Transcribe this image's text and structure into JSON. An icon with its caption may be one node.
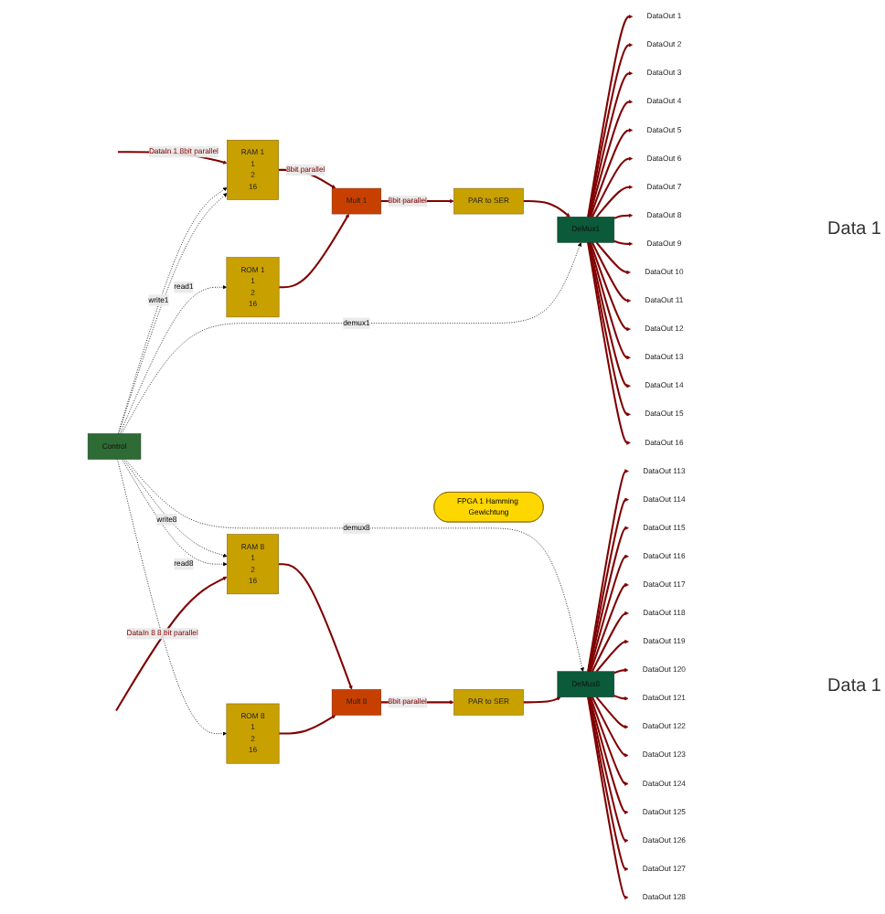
{
  "diagram": {
    "nodes": [
      {
        "text": [
          "FPGA 1 Hamming Gewichtung"
        ]
      },
      {
        "text": [
          "RAM 1",
          "1",
          "2",
          "16"
        ]
      },
      {
        "text": [
          "ROM 1",
          "1",
          "2",
          "16"
        ]
      },
      {
        "text": [
          "Mult 1"
        ]
      },
      {
        "text": [
          "PAR to SER"
        ]
      },
      {
        "text": [
          "DeMux1"
        ]
      },
      {
        "text": [
          "DataOut 1"
        ]
      },
      {
        "text": [
          "DataOut 2"
        ]
      },
      {
        "text": [
          "DataOut 3"
        ]
      },
      {
        "text": [
          "DataOut 4"
        ]
      },
      {
        "text": [
          "DataOut 5"
        ]
      },
      {
        "text": [
          "DataOut 6"
        ]
      },
      {
        "text": [
          "DataOut 7"
        ]
      },
      {
        "text": [
          "DataOut 8"
        ]
      },
      {
        "text": [
          "DataOut 9"
        ]
      },
      {
        "text": [
          "DataOut 10"
        ]
      },
      {
        "text": [
          "DataOut 11"
        ]
      },
      {
        "text": [
          "DataOut 12"
        ]
      },
      {
        "text": [
          "DataOut 13"
        ]
      },
      {
        "text": [
          "DataOut 14"
        ]
      },
      {
        "text": [
          "DataOut 15"
        ]
      },
      {
        "text": [
          "DataOut 16"
        ]
      },
      {
        "text": [
          "Control"
        ]
      },
      {
        "text": [
          "RAM 8",
          "1",
          "2",
          "16"
        ]
      },
      {
        "text": [
          "ROM 8",
          "1",
          "2",
          "16"
        ]
      },
      {
        "text": [
          "Mult 8"
        ]
      },
      {
        "text": [
          "PAR to SER"
        ]
      },
      {
        "text": [
          "DeMux8"
        ]
      },
      {
        "text": [
          "DataOut 113"
        ]
      },
      {
        "text": [
          "DataOut 114"
        ]
      },
      {
        "text": [
          "DataOut 115"
        ]
      },
      {
        "text": [
          "DataOut 116"
        ]
      },
      {
        "text": [
          "DataOut 117"
        ]
      },
      {
        "text": [
          "DataOut 118"
        ]
      },
      {
        "text": [
          "DataOut 119"
        ]
      },
      {
        "text": [
          "DataOut 120"
        ]
      },
      {
        "text": [
          "DataOut 121"
        ]
      },
      {
        "text": [
          "DataOut 122"
        ]
      },
      {
        "text": [
          "DataOut 123"
        ]
      },
      {
        "text": [
          "DataOut 124"
        ]
      },
      {
        "text": [
          "DataOut 125"
        ]
      },
      {
        "text": [
          "DataOut 126"
        ]
      },
      {
        "text": [
          "DataOut 127"
        ]
      },
      {
        "text": [
          "DataOut 128"
        ]
      }
    ],
    "edges": [
      {
        "from": null,
        "to": 1,
        "arrow": "to",
        "label": "DataIn 1 8bit parallel"
      },
      {
        "from": 1,
        "to": 3,
        "arrow": "to",
        "label": "8bit parallel"
      },
      {
        "from": 2,
        "to": 3,
        "arrow": "to"
      },
      {
        "from": 3,
        "to": 4,
        "arrow": "to",
        "label": "8bit parallel"
      },
      {
        "from": 4,
        "to": 5,
        "arrow": "to"
      },
      {
        "from": 5,
        "to": 6,
        "arrow": "to"
      },
      {
        "from": 5,
        "to": 7,
        "arrow": "to"
      },
      {
        "from": 5,
        "to": 8,
        "arrow": "to"
      },
      {
        "from": 5,
        "to": 9,
        "arrow": "to"
      },
      {
        "from": 5,
        "to": 10,
        "arrow": "to"
      },
      {
        "from": 5,
        "to": 11,
        "arrow": "to"
      },
      {
        "from": 5,
        "to": 12,
        "arrow": "to"
      },
      {
        "from": 5,
        "to": 13,
        "arrow": "to"
      },
      {
        "from": 5,
        "to": 14,
        "arrow": "to"
      },
      {
        "from": 5,
        "to": 15,
        "arrow": "to"
      },
      {
        "from": 5,
        "to": 16,
        "arrow": "to"
      },
      {
        "from": 5,
        "to": 17,
        "arrow": "to"
      },
      {
        "from": 5,
        "to": 18,
        "arrow": "to"
      },
      {
        "from": 5,
        "to": 19,
        "arrow": "to"
      },
      {
        "from": 5,
        "to": 20,
        "arrow": "to"
      },
      {
        "from": 5,
        "to": 21,
        "arrow": "to"
      },
      {
        "from": 22,
        "to": 1,
        "arrow": "to",
        "label": "write1",
        "style": "dashed",
        "color": "#000000"
      },
      {
        "from": 22,
        "to": 1,
        "arrow": "to",
        "style": "dashed",
        "color": "#000000"
      },
      {
        "from": 22,
        "to": 2,
        "arrow": "to",
        "label": "read1",
        "style": "dashed",
        "color": "#000000"
      },
      {
        "from": 22,
        "to": 5,
        "arrow": "to",
        "label": "demux1",
        "style": "dashed",
        "color": "#000000"
      },
      {
        "from": 22,
        "to": 23,
        "arrow": "to",
        "label": "write8",
        "style": "dashed",
        "color": "#000000"
      },
      {
        "from": 22,
        "to": 23,
        "arrow": "to",
        "label": "read8",
        "style": "dashed",
        "color": "#000000"
      },
      {
        "from": 22,
        "to": 24,
        "arrow": "to",
        "style": "dashed",
        "color": "#000000"
      },
      {
        "from": 22,
        "to": 27,
        "arrow": "to",
        "label": "demux8",
        "style": "dashed",
        "color": "#000000"
      },
      {
        "from": null,
        "to": 23,
        "arrow": "to",
        "label": "DataIn 8 8 bit parallel"
      },
      {
        "from": 23,
        "to": 25,
        "arrow": "to"
      },
      {
        "from": 24,
        "to": 25,
        "arrow": "to"
      },
      {
        "from": 25,
        "to": 26,
        "arrow": "to",
        "label": "8bit parallel"
      },
      {
        "from": 26,
        "to": 27,
        "arrow": "to"
      },
      {
        "from": 27,
        "to": 28,
        "arrow": "to"
      },
      {
        "from": 27,
        "to": 29,
        "arrow": "to"
      },
      {
        "from": 27,
        "to": 30,
        "arrow": "to"
      },
      {
        "from": 27,
        "to": 31,
        "arrow": "to"
      },
      {
        "from": 27,
        "to": 32,
        "arrow": "to"
      },
      {
        "from": 27,
        "to": 33,
        "arrow": "to"
      },
      {
        "from": 27,
        "to": 34,
        "arrow": "to"
      },
      {
        "from": 27,
        "to": 35,
        "arrow": "to"
      },
      {
        "from": 27,
        "to": 36,
        "arrow": "to"
      },
      {
        "from": 27,
        "to": 37,
        "arrow": "to"
      },
      {
        "from": 27,
        "to": 38,
        "arrow": "to"
      },
      {
        "from": 27,
        "to": 39,
        "arrow": "to"
      },
      {
        "from": 27,
        "to": 40,
        "arrow": "to"
      },
      {
        "from": 27,
        "to": 41,
        "arrow": "to"
      },
      {
        "from": 27,
        "to": 42,
        "arrow": "to"
      },
      {
        "from": 27,
        "to": 43,
        "arrow": "to"
      }
    ],
    "labels": [
      "Data 1",
      "Data 1"
    ]
  }
}
